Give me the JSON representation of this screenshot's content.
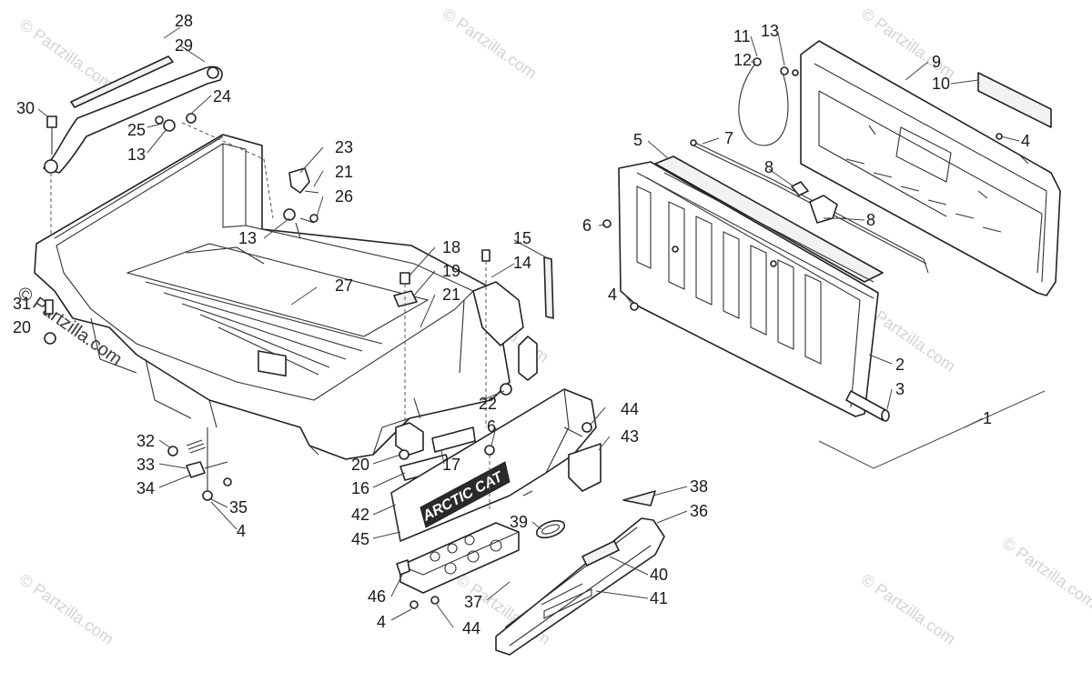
{
  "watermarks": [
    {
      "text": "© Partzilla.com"
    },
    {
      "text": "© Partzilla.com"
    },
    {
      "text": "© Partzilla.com"
    },
    {
      "text": "© Partzilla.com"
    },
    {
      "text": "© Partzilla.com"
    },
    {
      "text": "© Partzilla.com"
    },
    {
      "text": "© Partzilla.com"
    },
    {
      "text": "© Partzilla.com"
    },
    {
      "text": "© Partzilla.com"
    }
  ],
  "main_watermark": "© Partzilla.com",
  "decal_text": "ARCTIC CAT",
  "callouts": [
    "28",
    "29",
    "24",
    "30",
    "25",
    "13",
    "23",
    "21",
    "26",
    "13",
    "27",
    "18",
    "19",
    "21",
    "15",
    "14",
    "31",
    "20",
    "22",
    "32",
    "33",
    "34",
    "35",
    "4",
    "20",
    "16",
    "17",
    "6",
    "44",
    "43",
    "42",
    "45",
    "38",
    "36",
    "39",
    "46",
    "4",
    "44",
    "37",
    "40",
    "41",
    "11",
    "13",
    "12",
    "9",
    "10",
    "4",
    "5",
    "7",
    "8",
    "6",
    "8",
    "4",
    "2",
    "3",
    "1"
  ]
}
